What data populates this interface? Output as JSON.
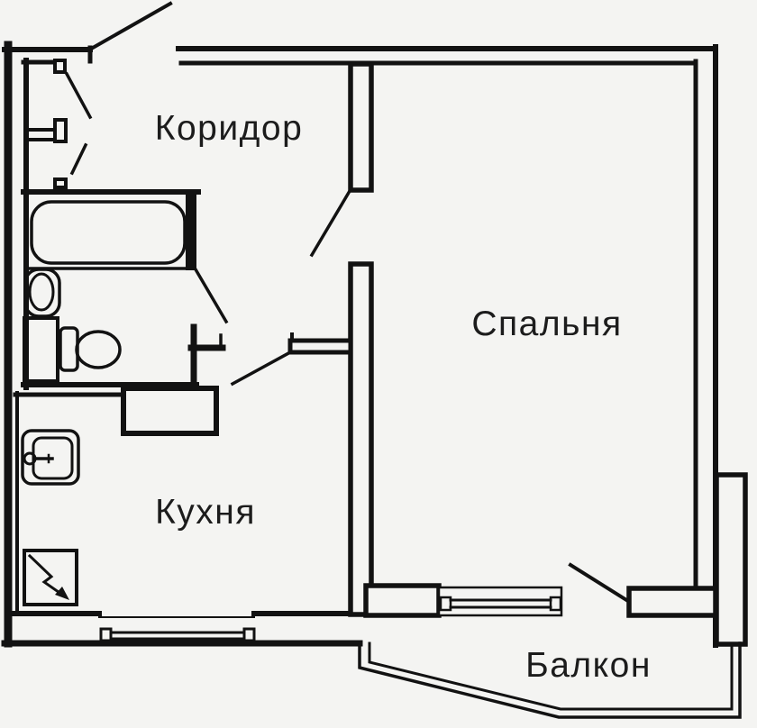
{
  "plan": {
    "type": "apartment-floor-plan",
    "rooms": {
      "corridor": {
        "label": "Коридор"
      },
      "bedroom": {
        "label": "Спальня"
      },
      "kitchen": {
        "label": "Кухня"
      },
      "balcony": {
        "label": "Балкон"
      }
    },
    "fixtures": [
      "entrance-door",
      "hall-closet",
      "bathtub",
      "wash-basin",
      "cabinet",
      "toilet",
      "vent-shaft",
      "kitchen-sink",
      "stove",
      "kitchen-window",
      "bedroom-window",
      "balcony-door",
      "balcony-parapet"
    ],
    "colors": {
      "background": "#f4f4f2",
      "line": "#121212",
      "text": "#1c1c1c"
    }
  }
}
